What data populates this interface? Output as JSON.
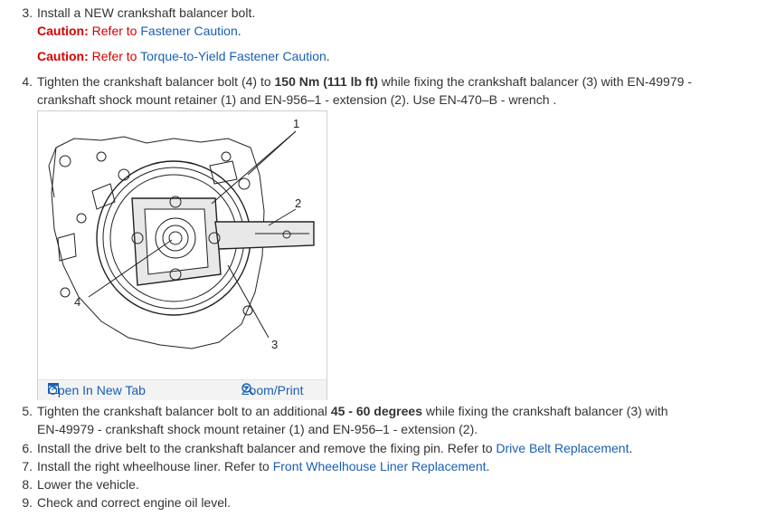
{
  "steps": {
    "s3": {
      "num": "3.",
      "text": "Install a NEW crankshaft balancer bolt."
    },
    "caution1": {
      "label": "Caution:",
      "pre": " Refer to ",
      "link": "Fastener Caution",
      "post": "."
    },
    "caution2": {
      "label": "Caution:",
      "pre": " Refer to ",
      "link": "Torque-to-Yield Fastener Caution",
      "post": "."
    },
    "s4": {
      "num": "4.",
      "t1": "Tighten the crankshaft balancer bolt (4) to ",
      "torque": "150 Nm (111 lb ft)",
      "t2": " while fixing the crankshaft balancer (3) with EN-49979 -",
      "line2": "crankshaft shock mount retainer (1) and EN-956–1 - extension (2). Use EN-470–B - wrench ."
    },
    "s5": {
      "num": "5.",
      "t1": "Tighten the crankshaft balancer bolt to an additional ",
      "angle": "45 - 60 degrees",
      "t2": " while fixing the crankshaft balancer (3) with",
      "line2": "EN-49979 - crankshaft shock mount retainer (1) and EN-956–1 - extension (2)."
    },
    "s6": {
      "num": "6.",
      "pre": "Install the drive belt to the crankshaft balancer and remove the fixing pin. Refer to ",
      "link": "Drive Belt Replacement",
      "post": "."
    },
    "s7": {
      "num": "7.",
      "pre": "Install the right wheelhouse liner. Refer to ",
      "link": "Front Wheelhouse Liner Replacement",
      "post": "."
    },
    "s8": {
      "num": "8.",
      "text": "Lower the vehicle."
    },
    "s9": {
      "num": "9.",
      "text": "Check and correct engine oil level."
    }
  },
  "figure": {
    "callouts": [
      "1",
      "2",
      "3",
      "4"
    ],
    "open_tab_label": "Open In New Tab",
    "zoom_label": "Zoom/Print"
  },
  "colors": {
    "caution": "#d40000",
    "link": "#1a5fb4",
    "text": "#333333"
  }
}
